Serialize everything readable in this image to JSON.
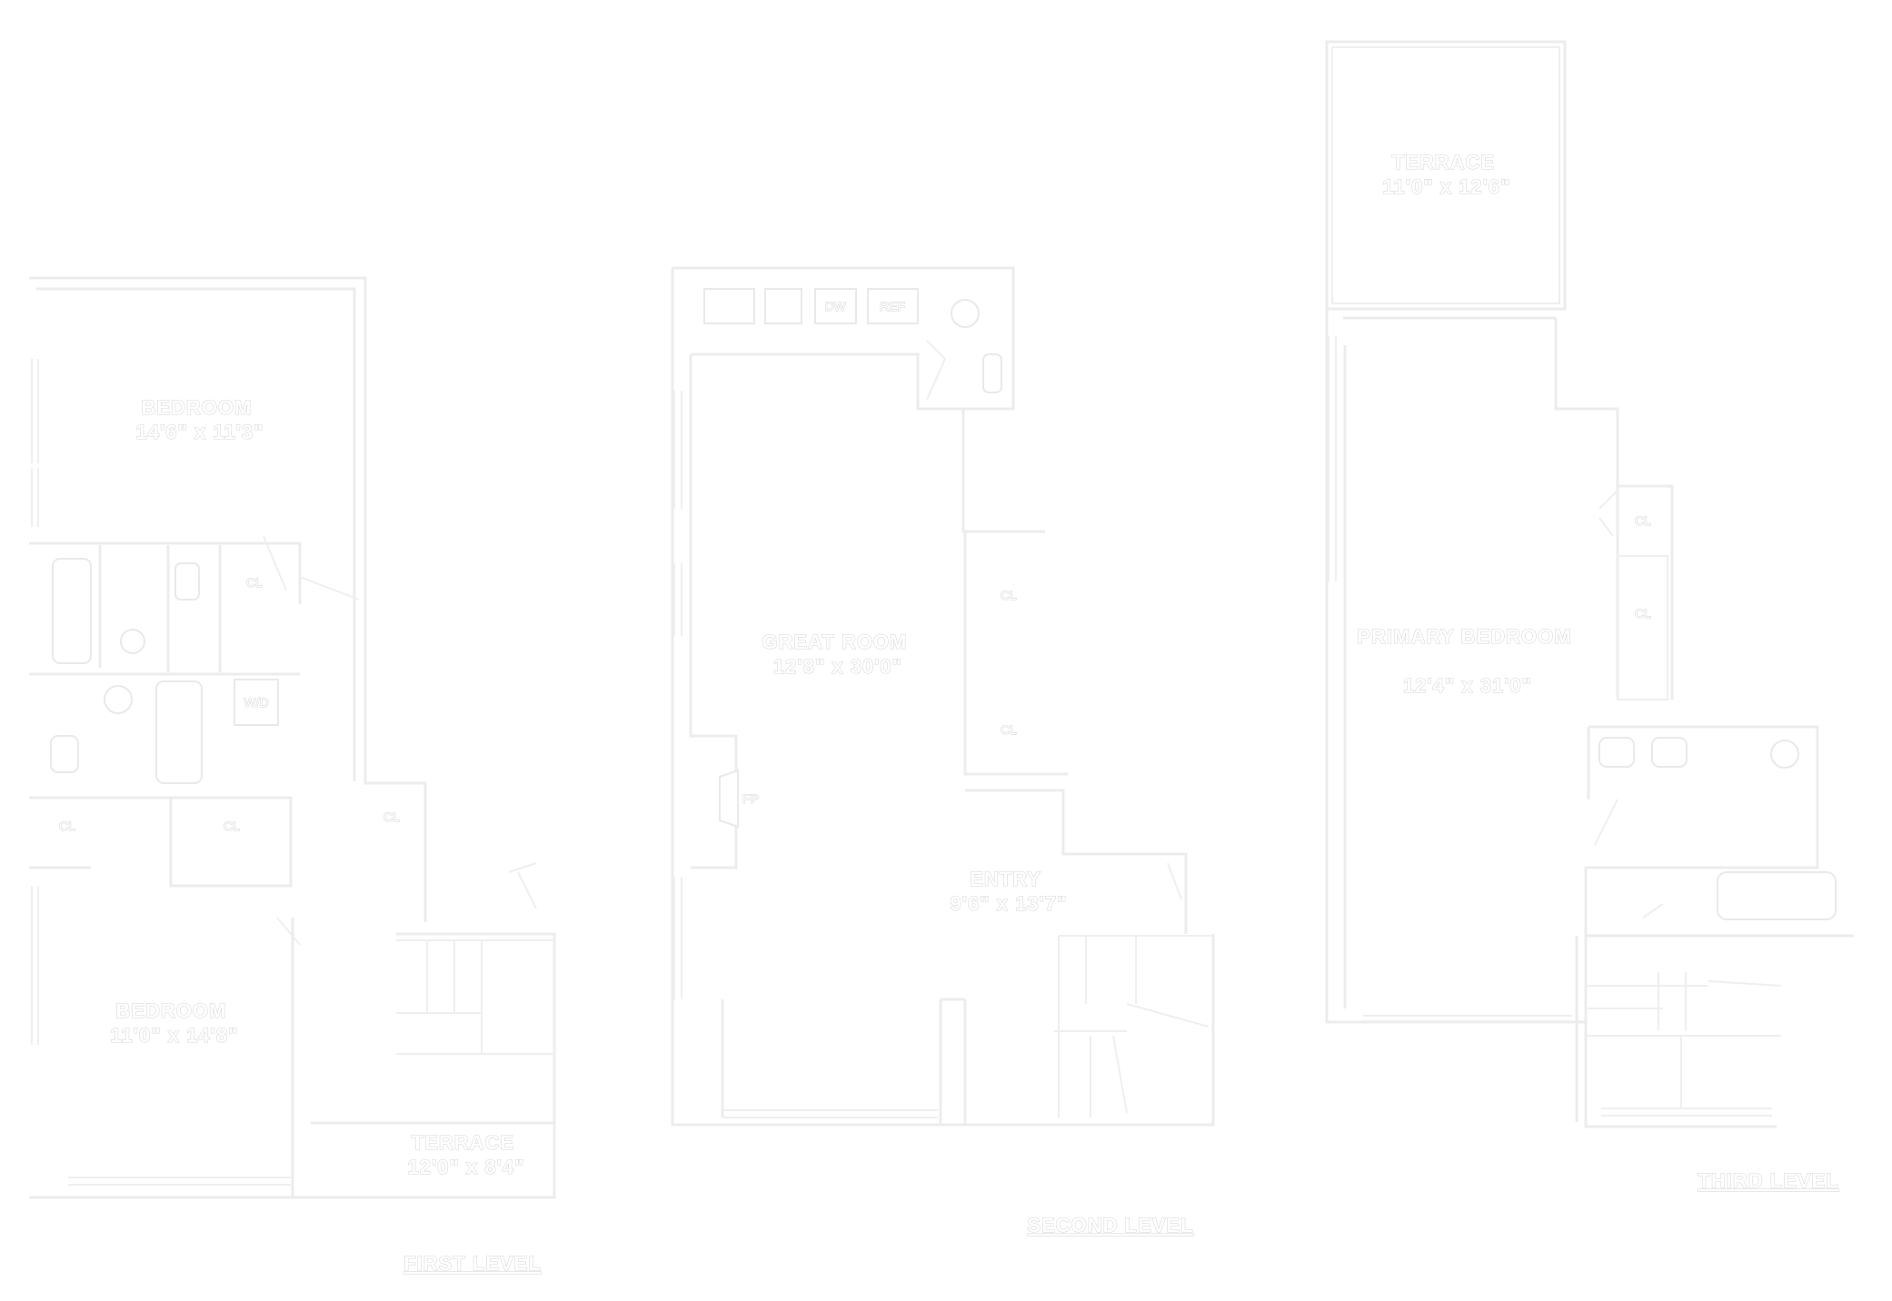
{
  "rooms": [
    {
      "id": "bedroom-1",
      "name": "BEDROOM",
      "dims": "14'6\" x 11'3\""
    },
    {
      "id": "bedroom-2",
      "name": "BEDROOM",
      "dims": "11'0\" x 14'8\""
    },
    {
      "id": "terrace-1",
      "name": "TERRACE",
      "dims": "12'0\" x 8'4\""
    },
    {
      "id": "great-room",
      "name": "GREAT ROOM",
      "dims": "12'8\" x 30'0\""
    },
    {
      "id": "entry",
      "name": "ENTRY",
      "dims": "9'6\" x 13'7\""
    },
    {
      "id": "terrace-3",
      "name": "TERRACE",
      "dims": "11'0\" x 12'6\""
    },
    {
      "id": "primary-bedroom",
      "name": "PRIMARY BEDROOM",
      "dims": "12'4\" x 31'0\""
    }
  ],
  "fixtures": {
    "closet": "CL",
    "washer_dryer": "W/D",
    "dishwasher": "DW",
    "refrigerator": "REF",
    "fireplace": "FP"
  },
  "levels": {
    "first": "FIRST LEVEL",
    "second": "SECOND LEVEL",
    "third": "THIRD LEVEL"
  }
}
